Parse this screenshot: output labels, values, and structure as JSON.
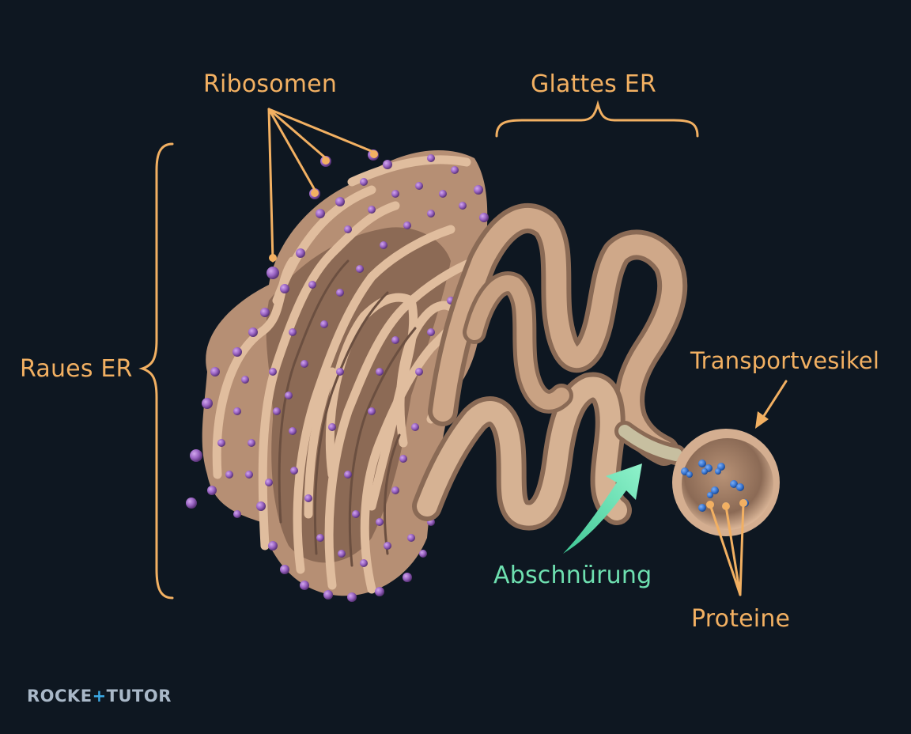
{
  "labels": {
    "ribosomen": "Ribosomen",
    "glattes_er": "Glattes ER",
    "raues_er": "Raues ER",
    "transportvesikel": "Transportvesikel",
    "abschnuerung": "Abschnürung",
    "proteine": "Proteine"
  },
  "logo": {
    "part1": "ROCKE",
    "plus": "+",
    "part2": "TUTOR"
  },
  "colors": {
    "background": "#0e1721",
    "label": "#f2b062",
    "annotation_green": "#6ee0b0",
    "membrane": "#cfa889",
    "ribosome": "#9b65c4",
    "protein": "#3b78d4"
  }
}
